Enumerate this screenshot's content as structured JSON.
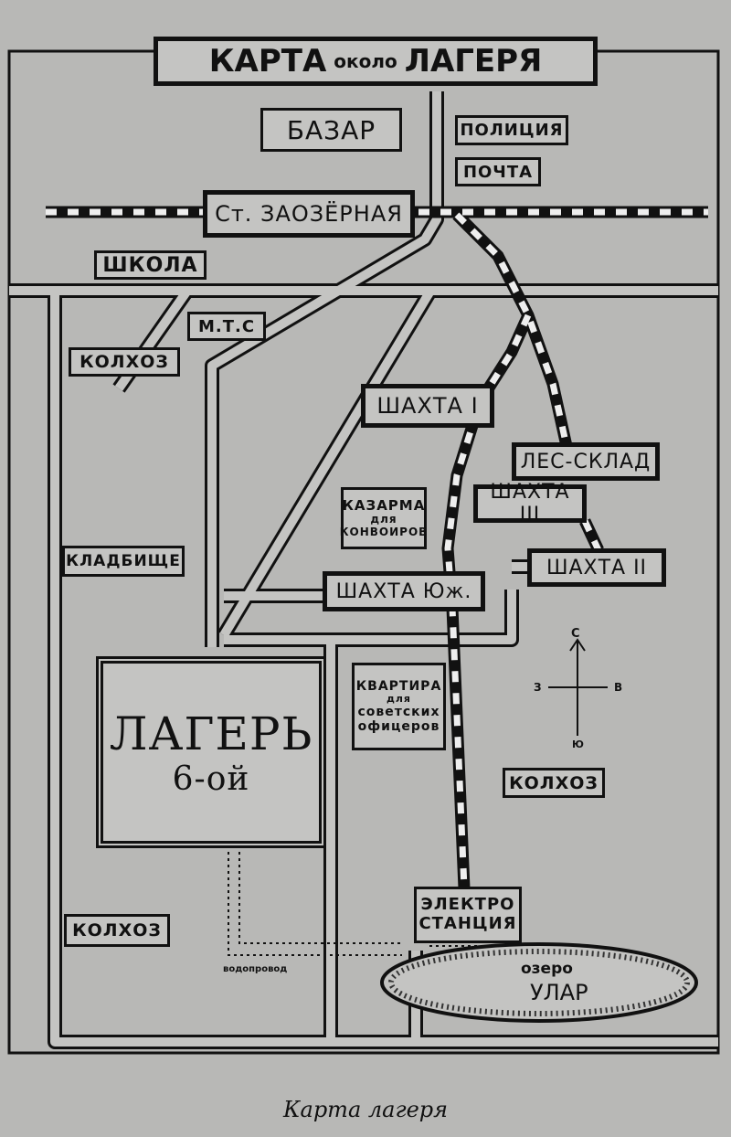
{
  "title": {
    "part1": "КАРТА",
    "part2": "около",
    "part3": "ЛАГЕРЯ"
  },
  "places": {
    "bazaar": "БАЗАР",
    "police": "ПОЛИЦИЯ",
    "post": "ПОЧТА",
    "station": "Ст. ЗАОЗЁРНАЯ",
    "school": "ШКОЛА",
    "mts": "М.Т.С",
    "kolkhoz_nw": "КОЛХОЗ",
    "mine1": "ШАХТА I",
    "timber_store": "ЛЕС-СКЛАД",
    "mine3": "ШАХТА III",
    "mine2": "ШАХТА II",
    "barracks": [
      "КАЗАРМА",
      "для",
      "КОНВОИРОВ"
    ],
    "cemetery": "КЛАДБИЩЕ",
    "mine_south": "ШАХТА Юж.",
    "camp": [
      "ЛАГЕРЬ",
      "6-ой"
    ],
    "apartments": [
      "КВАРТИРА",
      "для",
      "советских",
      "офицеров"
    ],
    "kolkhoz_e": "КОЛХОЗ",
    "power_station": [
      "ЭЛЕКТРО",
      "СТАНЦИЯ"
    ],
    "lake": [
      "озеро",
      "УЛАР"
    ],
    "kolkhoz_sw": "КОЛХОЗ",
    "water_pipe": "водопровод"
  },
  "compass": {
    "n": "С",
    "s": "Ю",
    "w": "З",
    "e": "В"
  },
  "caption": "Карта лагеря"
}
